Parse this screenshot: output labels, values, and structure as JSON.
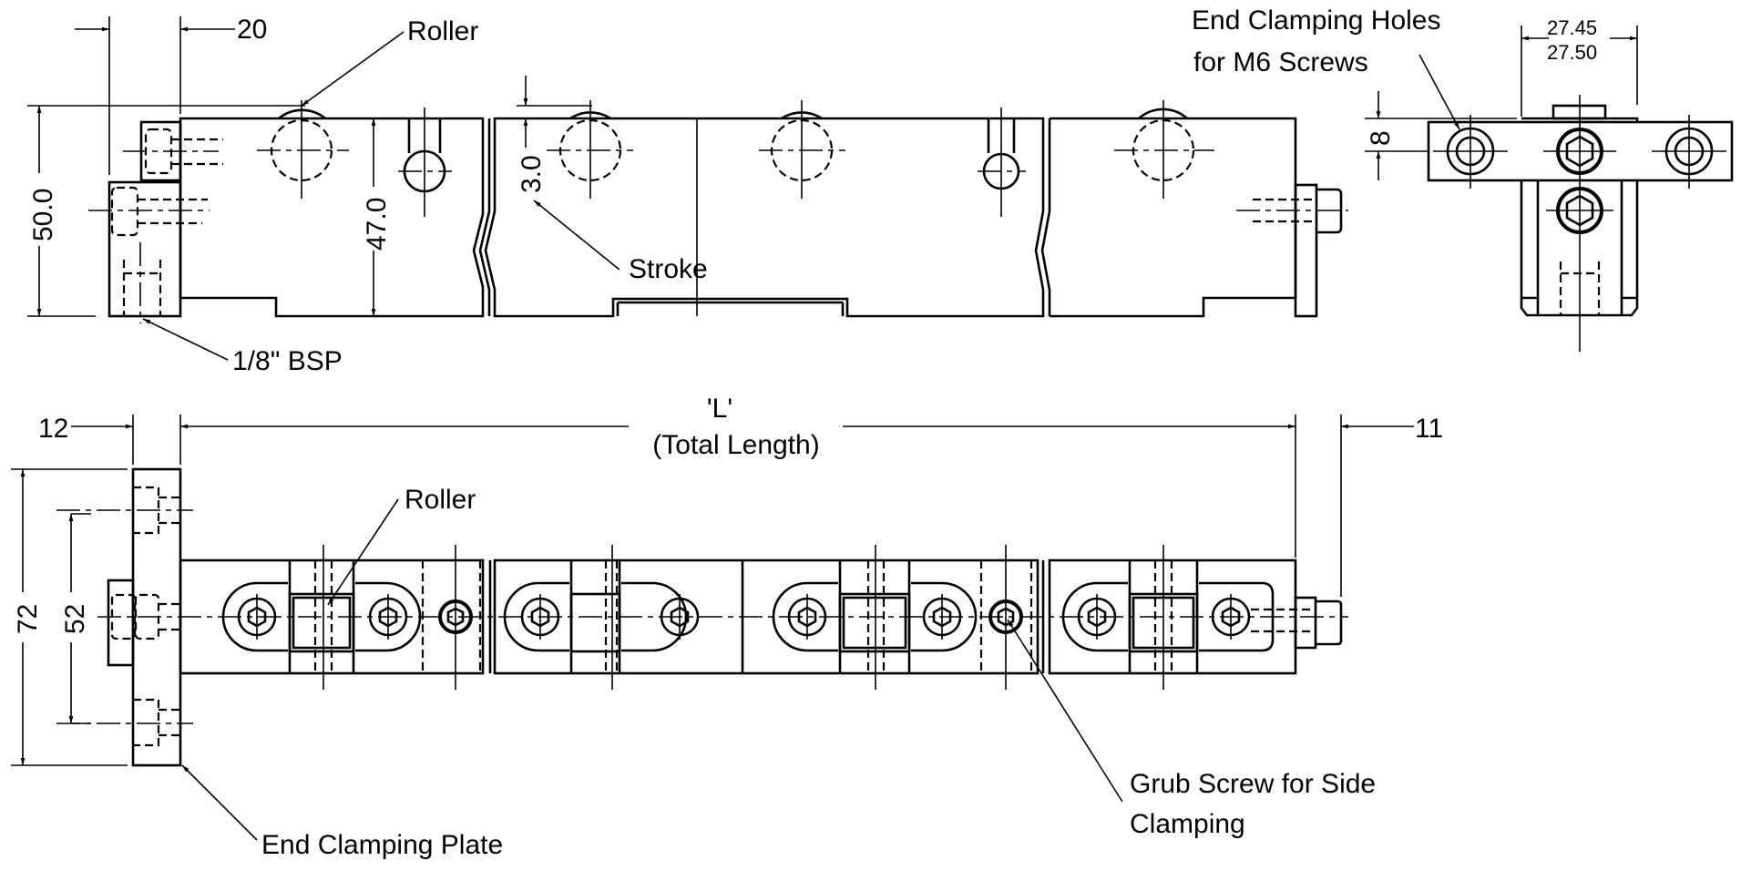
{
  "drawing": {
    "title": "Roller stroke limit switch assembly - technical drawing",
    "views": [
      "side-elevation",
      "end-view",
      "plan-view"
    ]
  },
  "labels": {
    "roller_top": "Roller",
    "bsp": "1/8\" BSP",
    "stroke": "Stroke",
    "end_clamping_holes_line1": "End Clamping Holes",
    "end_clamping_holes_line2": "for M6 Screws",
    "roller_plan": "Roller",
    "end_clamping_plate": "End Clamping Plate",
    "grub_screw_line1": "Grub Screw for Side",
    "grub_screw_line2": "Clamping",
    "total_length_symbol": "'L'",
    "total_length_text": "(Total Length)"
  },
  "dimensions": {
    "offset_top": "20",
    "height_overall": "50.0",
    "height_body": "47.0",
    "stroke": "3.0",
    "end_hole_offset": "8",
    "width_tol_upper": "27.45",
    "width_tol_lower": "27.50",
    "plate_thickness": "12",
    "end_projection": "11",
    "plate_height": "72",
    "hole_pitch": "52"
  },
  "colors": {
    "line": "#000000",
    "background": "#ffffff"
  }
}
